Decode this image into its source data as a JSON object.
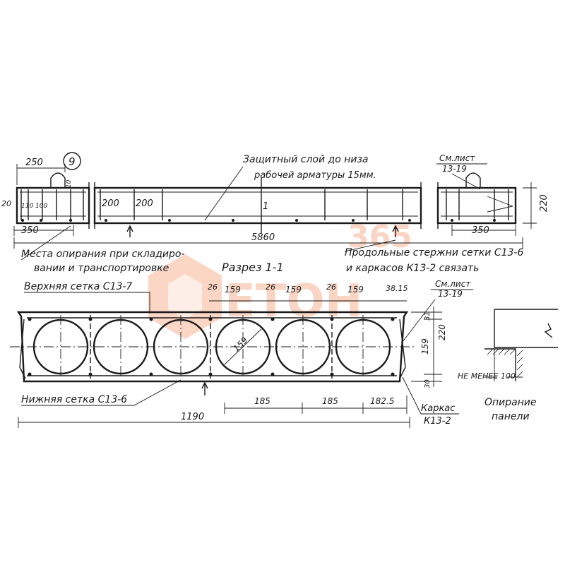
{
  "elevation": {
    "dims": {
      "top_left": "250",
      "bubble": "9",
      "left_height": "20",
      "left_small": "110",
      "left_small2": "100",
      "span_a": "200",
      "span_b": "200",
      "overall_length": "5860",
      "support_left": "350",
      "support_right": "350",
      "height": "220",
      "detail_height": "10"
    },
    "note_protective": [
      "Защитный слой до низа",
      "рабочей арматуры 15мм."
    ],
    "note_see_sheet": [
      "См.лист",
      "13-19"
    ],
    "note_bearing": [
      "Места опирания при складиро-",
      "вании и транспортировке"
    ],
    "note_longitudinal": [
      "Продольные стержни сетки С13-6",
      "и каркасов К13-2 связать"
    ],
    "section_mark": "1"
  },
  "section": {
    "title": "Разрез 1-1",
    "upper_mesh": "Верхняя сетка С13-7",
    "lower_mesh": "Нижняя сетка С13-6",
    "frame": [
      "Каркас",
      "К13-2"
    ],
    "see_sheet": [
      "См.лист",
      "13-19"
    ],
    "top_dims": [
      "26",
      "159",
      "26",
      "159",
      "26",
      "159",
      "38.15"
    ],
    "hole_dia": "159",
    "bottom_dims": [
      "185",
      "185",
      "182.5"
    ],
    "width": "1190",
    "right_dims": [
      "31",
      "159",
      "30"
    ],
    "height": "220"
  },
  "support": {
    "min_label": "НЕ МЕНЕЕ 100",
    "title": [
      "Опирание",
      "панели"
    ]
  },
  "watermark": {
    "number": "365",
    "word": "ЕТОН"
  },
  "colors": {
    "ink": "#1a1a1a",
    "watermark": "#f06a2a"
  }
}
